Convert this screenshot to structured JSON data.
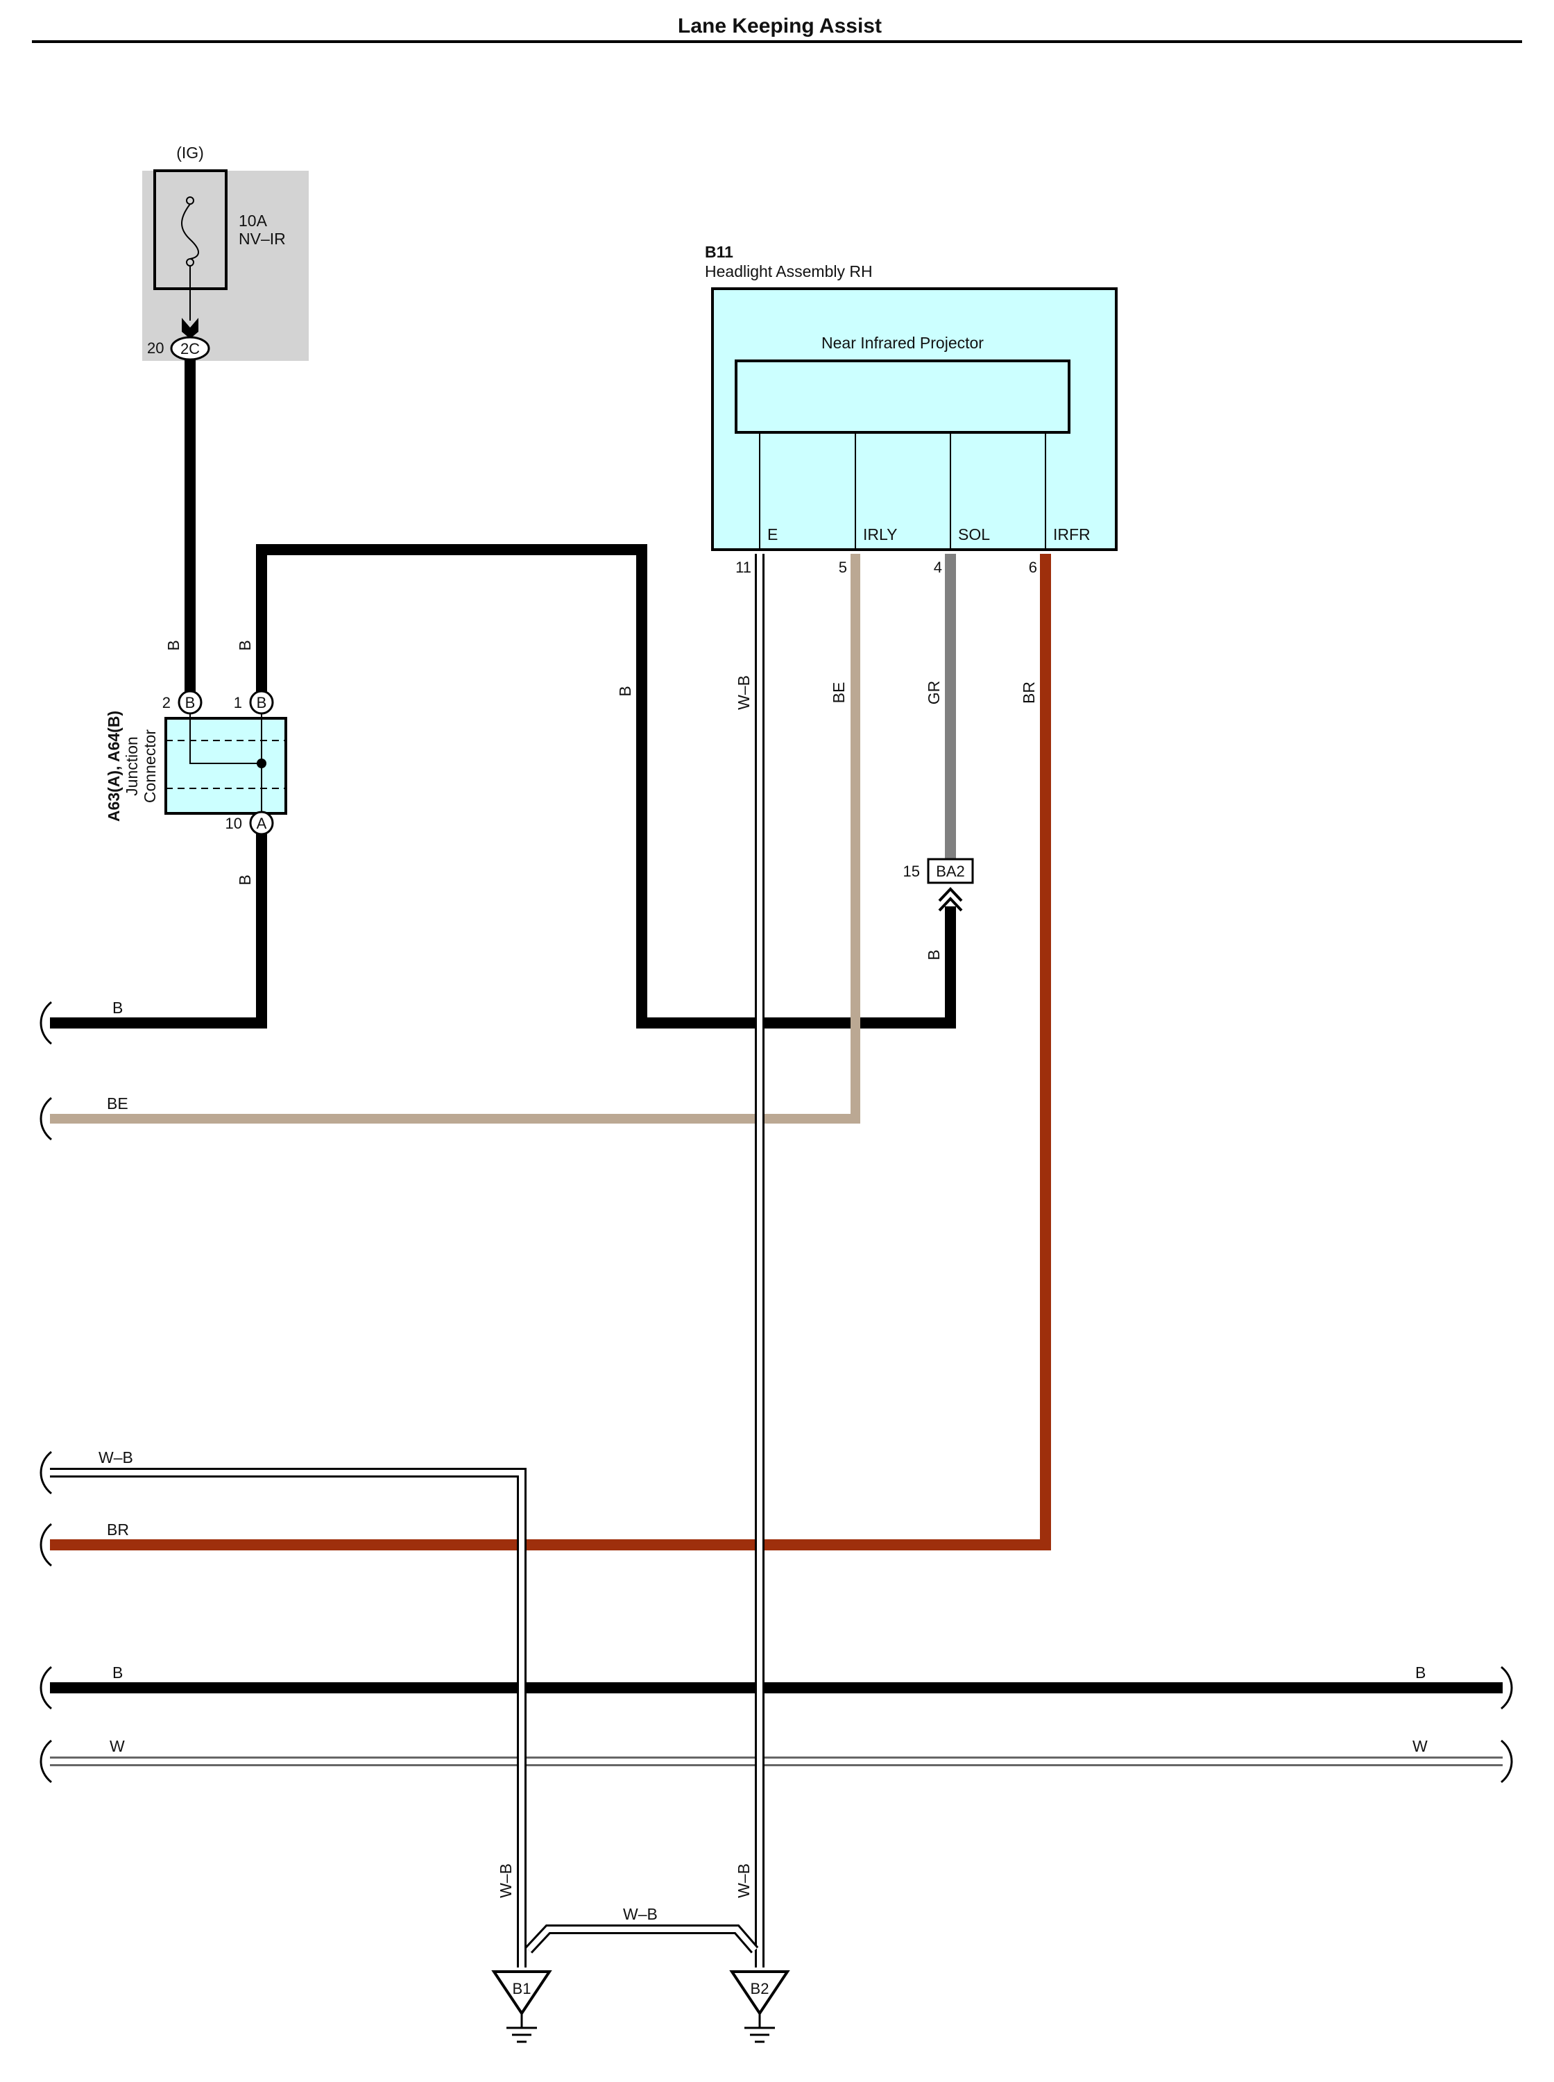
{
  "title": "Lane Keeping Assist",
  "colors": {
    "wire_black": "#000000",
    "wire_beige": "#bba893",
    "wire_gray": "#808080",
    "wire_brown": "#9e2f0c",
    "connector_fill": "#ccffff",
    "fuse_box_fill": "#d3d3d3"
  },
  "fuse": {
    "supply": "(IG)",
    "rating": "10A",
    "name": "NV–IR",
    "pin": "20",
    "connector": "2C",
    "icon": "fuse-icon"
  },
  "headlight": {
    "code": "B11",
    "name": "Headlight Assembly RH",
    "inner": "Near Infrared Projector",
    "terminals": [
      {
        "name": "E",
        "pin": "11",
        "wire": "W–B"
      },
      {
        "name": "IRLY",
        "pin": "5",
        "wire": "BE"
      },
      {
        "name": "SOL",
        "pin": "4",
        "wire": "GR"
      },
      {
        "name": "IRFR",
        "pin": "6",
        "wire": "BR"
      }
    ]
  },
  "junction": {
    "codes": "A63(A), A64(B)",
    "line1": "Junction",
    "line2": "Connector",
    "pins": [
      {
        "pin": "2",
        "letter": "B",
        "wire": "B"
      },
      {
        "pin": "1",
        "letter": "B",
        "wire": "B"
      },
      {
        "pin": "10",
        "letter": "A",
        "wire": "B"
      }
    ]
  },
  "splice": {
    "pin": "15",
    "label": "BA2",
    "wire": "B"
  },
  "wire_labels": {
    "b_top_run": "B",
    "left_b": "B",
    "left_be": "BE",
    "left_wb": "W–B",
    "left_br": "BR",
    "bus_b_left": "B",
    "bus_b_right": "B",
    "bus_w_left": "W",
    "bus_w_right": "W",
    "ground_b1_wire": "W–B",
    "ground_b2_wire": "W–B",
    "ground_link": "W–B"
  },
  "grounds": [
    {
      "label": "B1",
      "icon": "ground-icon"
    },
    {
      "label": "B2",
      "icon": "ground-icon"
    }
  ]
}
